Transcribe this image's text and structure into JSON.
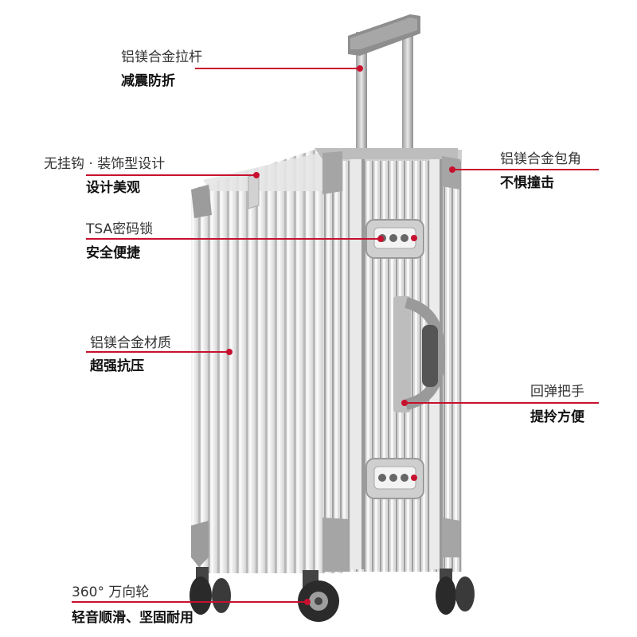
{
  "callouts": [
    {
      "title": "铝镁合金拉杆",
      "subtitle": "减震防折"
    },
    {
      "title": "无挂钩 · 装饰型设计",
      "subtitle": "设计美观"
    },
    {
      "title": "TSA密码锁",
      "subtitle": "安全便捷"
    },
    {
      "title": "铝镁合金材质",
      "subtitle": "超强抗压"
    },
    {
      "title": "铝镁合金包角",
      "subtitle": "不惧撞击"
    },
    {
      "title": "回弹把手",
      "subtitle": "提拎方便"
    },
    {
      "title": "360° 万向轮",
      "subtitle": "轻音顺滑、坚固耐用"
    }
  ],
  "colors": {
    "leader_line": "#c8102e",
    "marker": "#c8102e",
    "text": "#222222"
  }
}
